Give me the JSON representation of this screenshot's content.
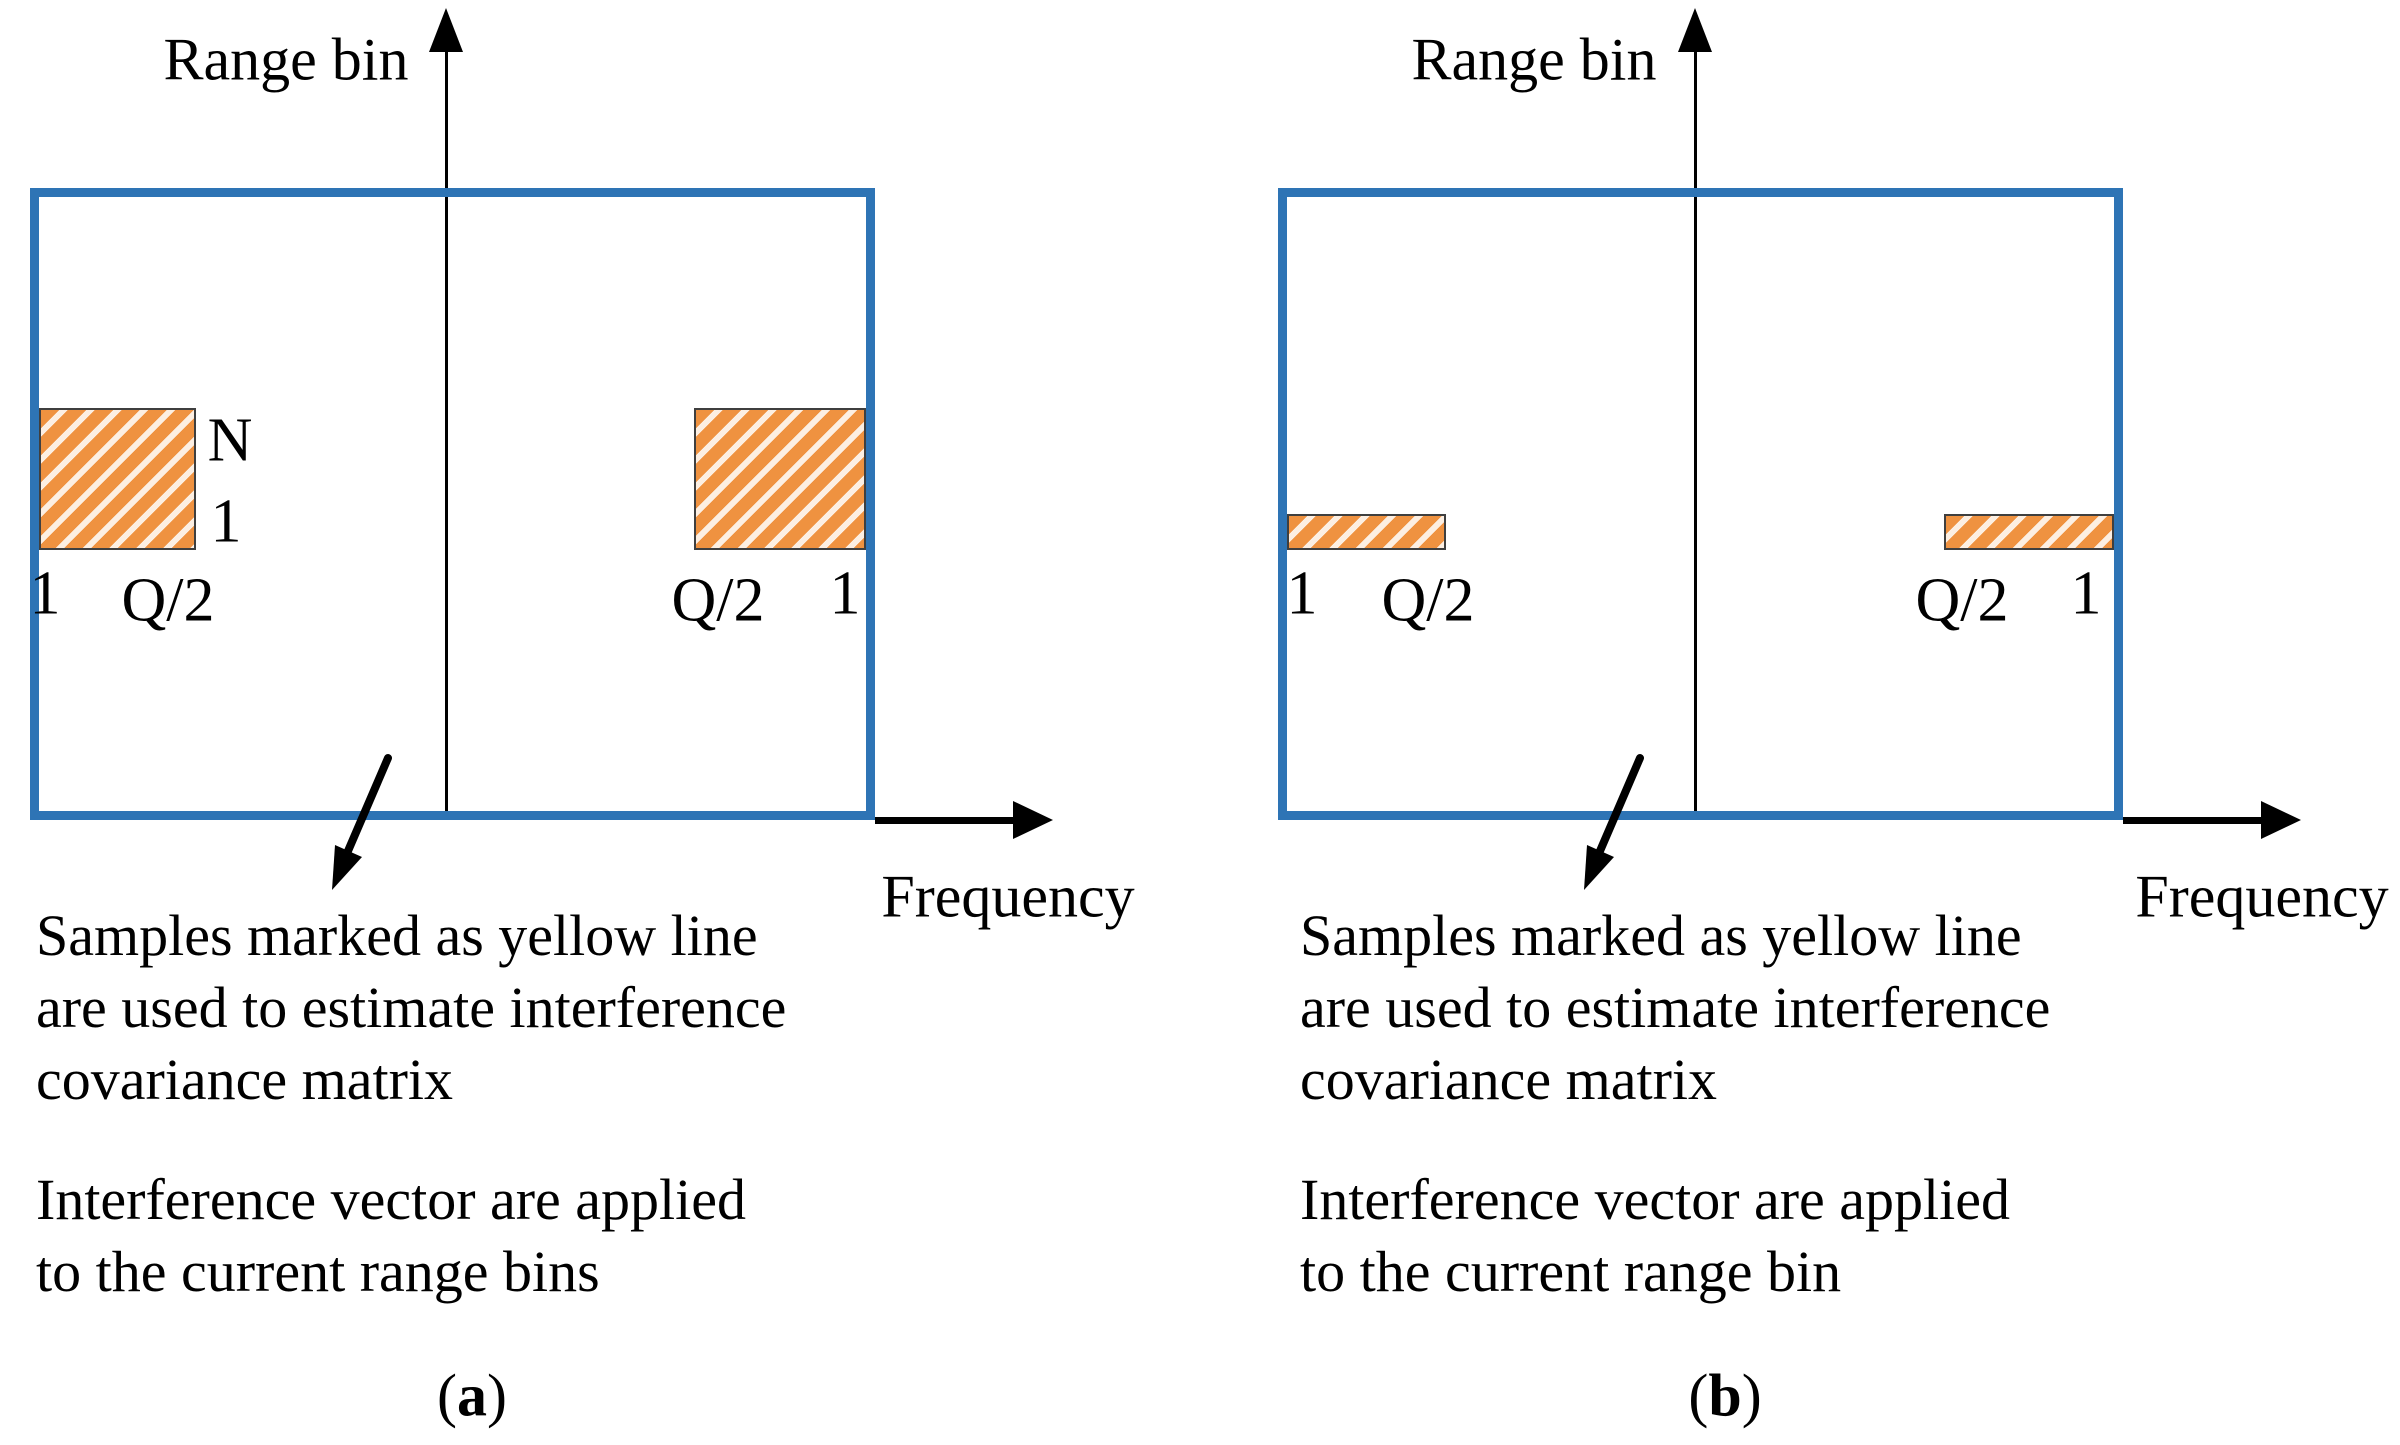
{
  "figure": {
    "colors": {
      "box_border": "#2E74B5",
      "hatch_fill": "#EF9240",
      "hatch_stripe": "#FFFFFF",
      "ink": "#000000"
    },
    "panels": [
      {
        "y_axis_label": "Range bin",
        "x_axis_label": "Frequency",
        "labels": {
          "n": "N",
          "row_one": "1",
          "left_origin": "1",
          "left_half": "Q/2",
          "right_half": "Q/2",
          "right_one": "1"
        },
        "annotation_estimate_lines": [
          "Samples marked as yellow line",
          "are used to estimate interference",
          "covariance matrix"
        ],
        "annotation_apply_lines": [
          "Interference vector are applied",
          "to the current range bins"
        ],
        "caption_open": "(",
        "caption_letter": "a",
        "caption_close": ")"
      },
      {
        "y_axis_label": "Range bin",
        "x_axis_label": "Frequency",
        "labels": {
          "left_origin": "1",
          "left_half": "Q/2",
          "right_half": "Q/2",
          "right_one": "1"
        },
        "annotation_estimate_lines": [
          "Samples marked as yellow line",
          "are used to estimate interference",
          "covariance matrix"
        ],
        "annotation_apply_lines": [
          "Interference vector are applied",
          "to the current range bin"
        ],
        "caption_open": "(",
        "caption_letter": "b",
        "caption_close": ")"
      }
    ]
  }
}
